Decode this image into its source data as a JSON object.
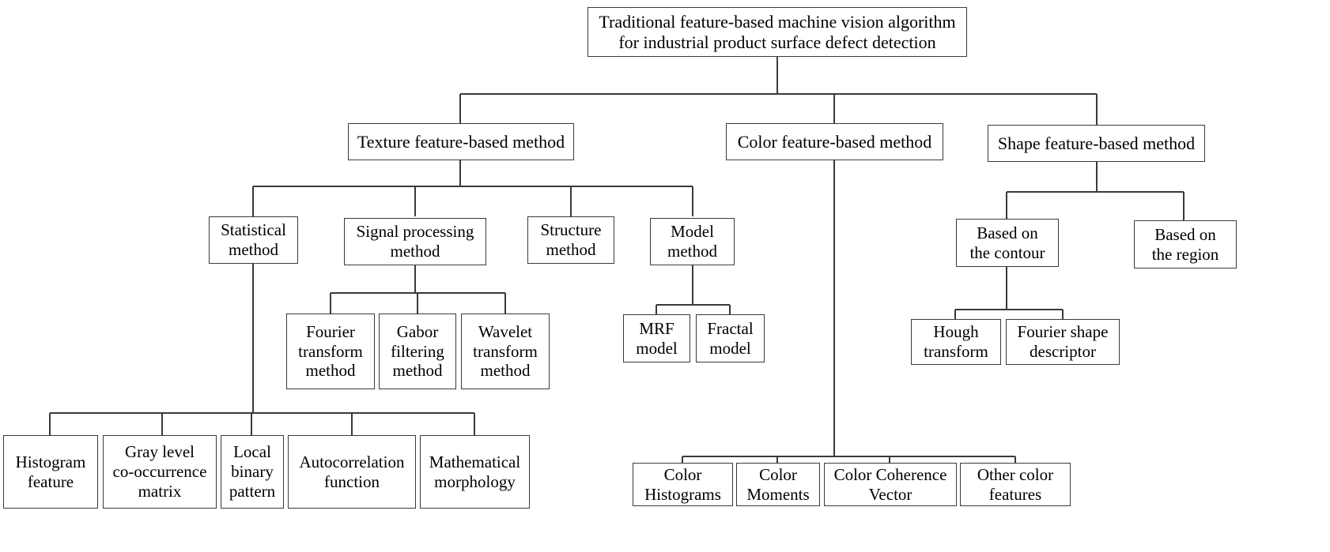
{
  "diagram": {
    "title": "Traditional feature-based machine vision algorithm for industrial product surface defect detection",
    "type": "tree-taxonomy",
    "line_color": "#3a3a3a",
    "box_fill": "#ffffff",
    "text_color": "#000000"
  },
  "nodes": {
    "root": {
      "label": "Traditional feature-based machine vision algorithm\nfor industrial product surface defect detection"
    },
    "texture": {
      "label": "Texture feature-based method"
    },
    "color": {
      "label": "Color feature-based method"
    },
    "shape": {
      "label": "Shape feature-based method"
    },
    "statistical": {
      "label": "Statistical\nmethod"
    },
    "signal": {
      "label": "Signal processing\nmethod"
    },
    "structure": {
      "label": "Structure\nmethod"
    },
    "model": {
      "label": "Model\nmethod"
    },
    "contour": {
      "label": "Based on\nthe contour"
    },
    "region": {
      "label": "Based on\nthe region"
    },
    "fourier_transform": {
      "label": "Fourier\ntransform\nmethod"
    },
    "gabor": {
      "label": "Gabor\nfiltering\nmethod"
    },
    "wavelet": {
      "label": "Wavelet\ntransform\nmethod"
    },
    "mrf": {
      "label": "MRF\nmodel"
    },
    "fractal": {
      "label": "Fractal\nmodel"
    },
    "hough": {
      "label": "Hough\ntransform"
    },
    "fourier_shape": {
      "label": "Fourier shape\ndescriptor"
    },
    "histogram": {
      "label": "Histogram\nfeature"
    },
    "glcm": {
      "label": "Gray level\nco-occurrence\nmatrix"
    },
    "lbp": {
      "label": "Local\nbinary\npattern"
    },
    "autocorrelation": {
      "label": "Autocorrelation\nfunction"
    },
    "morphology": {
      "label": "Mathematical\nmorphology"
    },
    "color_histograms": {
      "label": "Color\nHistograms"
    },
    "color_moments": {
      "label": "Color\nMoments"
    },
    "color_coherence": {
      "label": "Color Coherence\nVector"
    },
    "other_color": {
      "label": "Other color\nfeatures"
    }
  }
}
